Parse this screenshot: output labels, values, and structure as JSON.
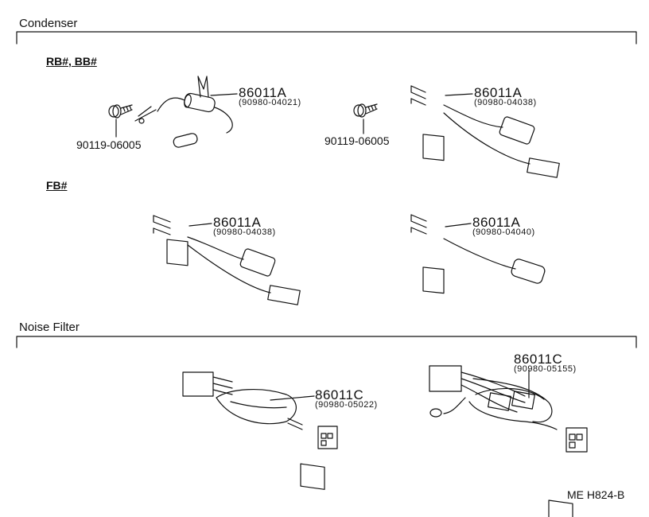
{
  "sections": {
    "condenser": "Condenser",
    "noise_filter": "Noise Filter"
  },
  "groups": {
    "rb_bb": "RB#, BB#",
    "fb": "FB#"
  },
  "parts": {
    "c1": {
      "part": "86011A",
      "sub": "(90980-04021)"
    },
    "screw1": {
      "part": "90119-06005"
    },
    "c2": {
      "part": "86011A",
      "sub": "(90980-04038)"
    },
    "screw2": {
      "part": "90119-06005"
    },
    "c3": {
      "part": "86011A",
      "sub": "(90980-04038)"
    },
    "c4": {
      "part": "86011A",
      "sub": "(90980-04040)"
    },
    "nf1": {
      "part": "86011C",
      "sub": "(90980-05022)"
    },
    "nf2": {
      "part": "86011C",
      "sub": "(90980-05155)"
    }
  },
  "diagram_code": "ME H824-B"
}
